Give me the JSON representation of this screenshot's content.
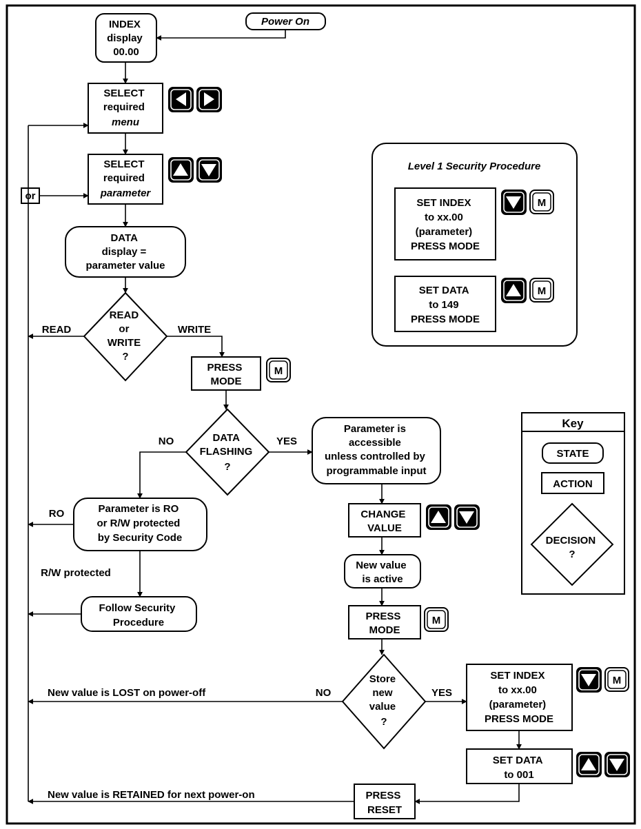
{
  "power_on": "Power On",
  "index_display": [
    "INDEX",
    "display",
    "00.00"
  ],
  "select_menu": [
    "SELECT",
    "required",
    "menu"
  ],
  "select_param": [
    "SELECT",
    "required",
    "parameter"
  ],
  "or_label": "or",
  "data_display": [
    "DATA",
    "display =",
    "parameter value"
  ],
  "read_write": [
    "READ",
    "or",
    "WRITE",
    "?"
  ],
  "read_label": "READ",
  "write_label": "WRITE",
  "press_mode": [
    "PRESS",
    "MODE"
  ],
  "data_flashing": [
    "DATA",
    "FLASHING",
    "?"
  ],
  "no_label": "NO",
  "yes_label": "YES",
  "accessible": [
    "Parameter is",
    "accessible",
    "unless controlled by",
    "programmable input"
  ],
  "ro_protected": [
    "Parameter is RO",
    "or R/W protected",
    "by Security Code"
  ],
  "ro_label": "RO",
  "rw_protected": "R/W protected",
  "follow_security": [
    "Follow Security",
    "Procedure"
  ],
  "change_value": [
    "CHANGE",
    "VALUE"
  ],
  "new_value_active": [
    "New value",
    "is active"
  ],
  "store_new_value": [
    "Store",
    "new",
    "value",
    "?"
  ],
  "lost_label": "New value is LOST on power-off",
  "set_index": [
    "SET INDEX",
    "to xx.00",
    "(parameter)",
    "PRESS MODE"
  ],
  "set_data_001": [
    "SET DATA",
    "to 001"
  ],
  "retained_label": "New value is RETAINED for next power-on",
  "press_reset": [
    "PRESS",
    "RESET"
  ],
  "m_key": "M",
  "security": {
    "title": "Level 1 Security Procedure",
    "set_index": [
      "SET INDEX",
      "to xx.00",
      "(parameter)",
      "PRESS MODE"
    ],
    "set_data": [
      "SET DATA",
      "to 149",
      "PRESS MODE"
    ]
  },
  "key_legend": {
    "title": "Key",
    "state": "STATE",
    "action": "ACTION",
    "decision": [
      "DECISION",
      "?"
    ]
  }
}
